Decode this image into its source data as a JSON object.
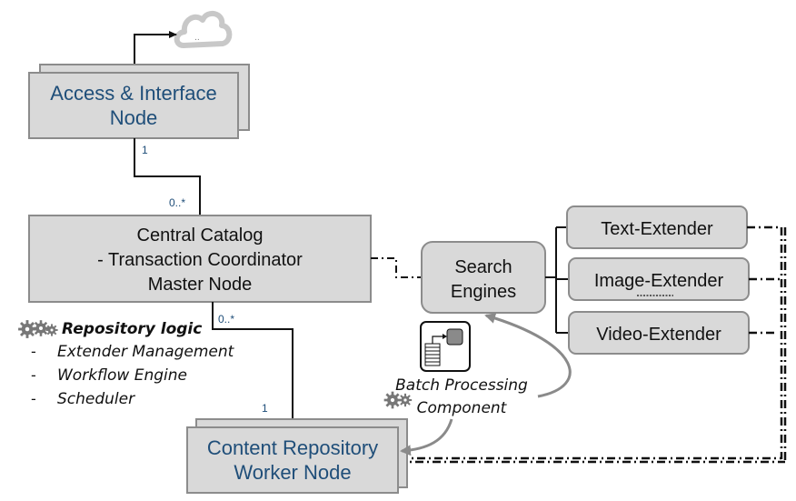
{
  "nodes": {
    "access": {
      "line1": "Access & Interface",
      "line2": "Node"
    },
    "central": {
      "line1": "Central Catalog",
      "line2": "- Transaction Coordinator",
      "line3": "Master Node"
    },
    "content": {
      "line1": "Content Repository",
      "line2": "Worker Node"
    },
    "search": {
      "line1": "Search",
      "line2": "Engines"
    },
    "text_extender": "Text-Extender",
    "image_extender": "Image-Extender",
    "video_extender": "Video-Extender"
  },
  "multiplicities": {
    "access_bottom": "1",
    "central_top": "0..*",
    "central_bottom": "0..*",
    "content_top": "1"
  },
  "repository_logic": {
    "title": "Repository logic",
    "bullet": "-",
    "items": [
      "Extender Management",
      "Workflow Engine",
      "Scheduler"
    ]
  },
  "batch": {
    "line1": "Batch Processing",
    "line2": "Component"
  },
  "colors": {
    "box_fill": "#d9d9d9",
    "box_stroke": "#8c8c8c",
    "node_text": "#1f4e79",
    "cloud": "#c8c8c8"
  },
  "icons": [
    "cloud-icon",
    "gear-icon",
    "batch-component-icon"
  ]
}
